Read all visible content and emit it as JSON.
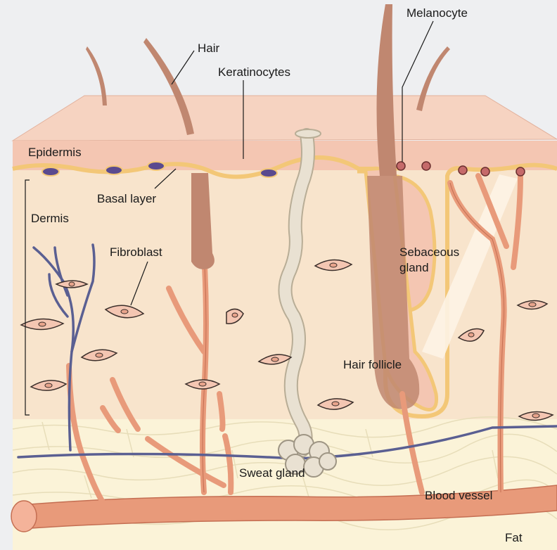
{
  "labels": {
    "hair": "Hair",
    "melanocyte": "Melanocyte",
    "keratinocytes": "Keratinocytes",
    "epidermis": "Epidermis",
    "basal_layer": "Basal layer",
    "dermis": "Dermis",
    "fibroblast": "Fibroblast",
    "sebaceous_line1": "Sebaceous",
    "sebaceous_line2": "gland",
    "hair_follicle": "Hair follicle",
    "sweat_gland": "Sweat gland",
    "blood_vessel": "Blood vessel",
    "fat": "Fat"
  },
  "colors": {
    "sky": "#eeeff1",
    "epidermis_top": "#f6d3c1",
    "epidermis": "#f4c6b2",
    "dermis": "#f8e4cc",
    "basal": "#f3c777",
    "fat": "#fbf3d8",
    "fat_lines": "#e7ddb9",
    "vessel": "#e89a7a",
    "vessel_dark": "#c46e52",
    "vein": "#5a5f92",
    "hair": "#c08770",
    "sweat_gland": "#e9e1d2",
    "melanocyte": "#c56a6a",
    "cell_stroke": "#3a2e2a"
  }
}
